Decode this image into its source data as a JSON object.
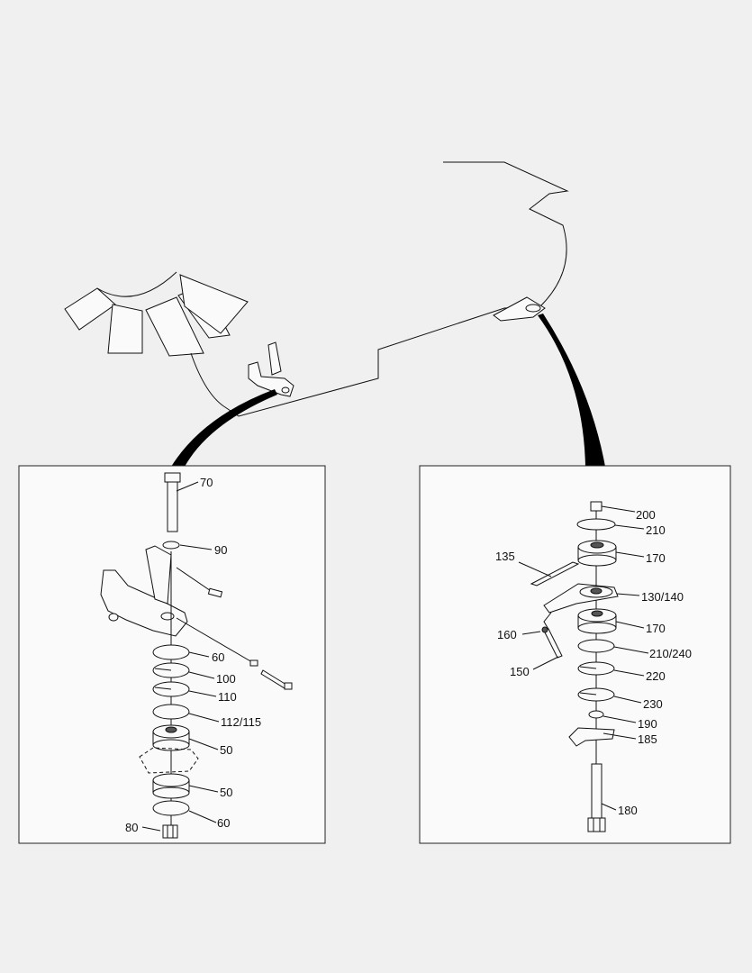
{
  "colors": {
    "background": "#f0f0f0",
    "line": "#111111",
    "callout": "#000000"
  },
  "left_panel": {
    "labels": {
      "p70": "70",
      "p90": "90",
      "p60a": "60",
      "p100": "100",
      "p110": "110",
      "p112": "112/115",
      "p50a": "50",
      "p50b": "50",
      "p60b": "60",
      "p80": "80"
    }
  },
  "right_panel": {
    "labels": {
      "p200": "200",
      "p210": "210",
      "p170a": "170",
      "p135": "135",
      "p130": "130/140",
      "p170b": "170",
      "p160": "160",
      "p210b": "210/240",
      "p150": "150",
      "p220": "220",
      "p230": "230",
      "p190": "190",
      "p185": "185",
      "p180": "180"
    }
  }
}
